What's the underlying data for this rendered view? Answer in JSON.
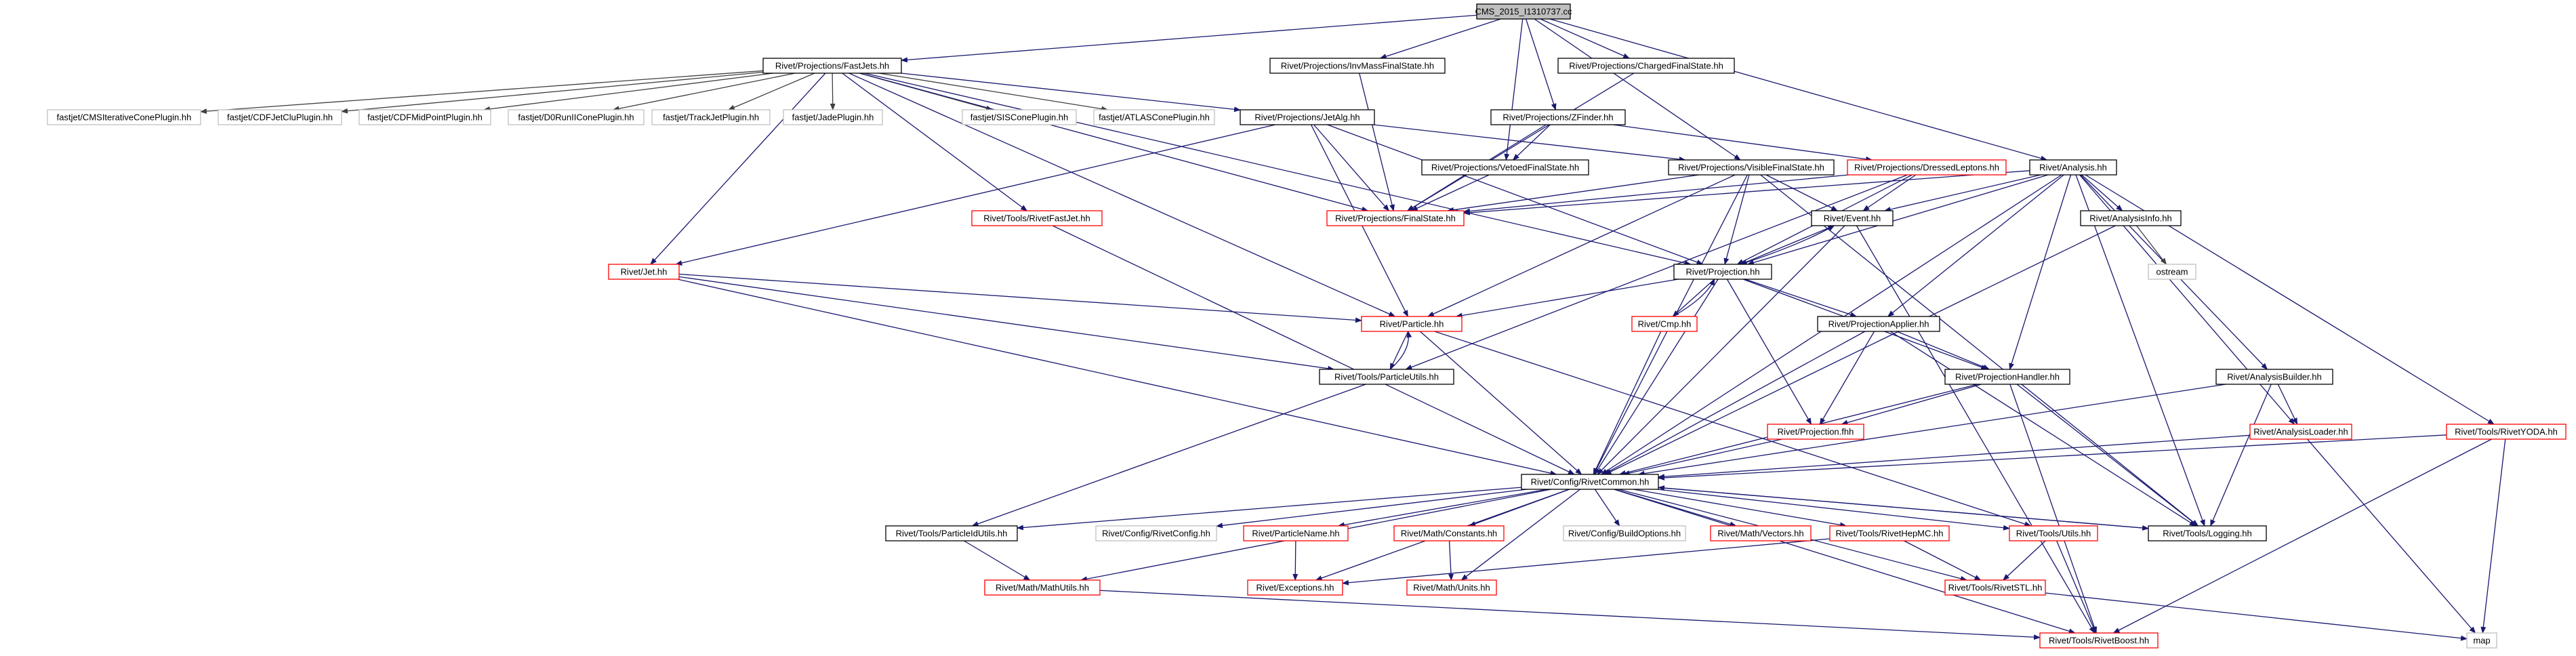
{
  "colors": {
    "root_fill": "#bfbfbf",
    "box_border_black": "#000000",
    "box_border_red": "#ff0000",
    "box_border_grey": "#bfbfbf",
    "edge_navy": "#191970",
    "edge_green": "#006400",
    "edge_grey": "#404040",
    "text": "#000000"
  },
  "nodes": {
    "root": {
      "label": "CMS_2015_I1310737.cc",
      "border": "black",
      "fill": "root"
    },
    "fastjets": {
      "label": "Rivet/Projections/FastJets.hh",
      "border": "black"
    },
    "invmass": {
      "label": "Rivet/Projections/InvMassFinalState.hh",
      "border": "black"
    },
    "chargedfs": {
      "label": "Rivet/Projections/ChargedFinalState.hh",
      "border": "black"
    },
    "analysis": {
      "label": "Rivet/Analysis.hh",
      "border": "black"
    },
    "fj_cms": {
      "label": "fastjet/CMSIterativeConePlugin.hh",
      "border": "grey"
    },
    "fj_cdfjetclu": {
      "label": "fastjet/CDFJetCluPlugin.hh",
      "border": "grey"
    },
    "fj_cdfmid": {
      "label": "fastjet/CDFMidPointPlugin.hh",
      "border": "grey"
    },
    "fj_d0": {
      "label": "fastjet/D0RunIIConePlugin.hh",
      "border": "grey"
    },
    "fj_track": {
      "label": "fastjet/TrackJetPlugin.hh",
      "border": "grey"
    },
    "fj_jade": {
      "label": "fastjet/JadePlugin.hh",
      "border": "grey"
    },
    "fj_siscone": {
      "label": "fastjet/SISConePlugin.hh",
      "border": "grey"
    },
    "fj_atlas": {
      "label": "fastjet/ATLASConePlugin.hh",
      "border": "grey"
    },
    "jetalg": {
      "label": "Rivet/Projections/JetAlg.hh",
      "border": "black"
    },
    "zfinder": {
      "label": "Rivet/Projections/ZFinder.hh",
      "border": "black"
    },
    "vetoedfs": {
      "label": "Rivet/Projections/VetoedFinalState.hh",
      "border": "black"
    },
    "visiblefs": {
      "label": "Rivet/Projections/VisibleFinalState.hh",
      "border": "black"
    },
    "dressed": {
      "label": "Rivet/Projections/DressedLeptons.hh",
      "border": "red"
    },
    "finalstate": {
      "label": "Rivet/Projections/FinalState.hh",
      "border": "red"
    },
    "rivetfastjet": {
      "label": "Rivet/Tools/RivetFastJet.hh",
      "border": "red"
    },
    "jet": {
      "label": "Rivet/Jet.hh",
      "border": "red"
    },
    "event": {
      "label": "Rivet/Event.hh",
      "border": "black"
    },
    "analysisinfo": {
      "label": "Rivet/AnalysisInfo.hh",
      "border": "black"
    },
    "ostream": {
      "label": "ostream",
      "border": "grey"
    },
    "projection": {
      "label": "Rivet/Projection.hh",
      "border": "black"
    },
    "particle": {
      "label": "Rivet/Particle.hh",
      "border": "red"
    },
    "cmp": {
      "label": "Rivet/Cmp.hh",
      "border": "red"
    },
    "projapplier": {
      "label": "Rivet/ProjectionApplier.hh",
      "border": "black"
    },
    "particleutils": {
      "label": "Rivet/Tools/ParticleUtils.hh",
      "border": "black"
    },
    "projhandler": {
      "label": "Rivet/ProjectionHandler.hh",
      "border": "black"
    },
    "analysisbuilder": {
      "label": "Rivet/AnalysisBuilder.hh",
      "border": "black"
    },
    "projfhh": {
      "label": "Rivet/Projection.fhh",
      "border": "red"
    },
    "analysisloader": {
      "label": "Rivet/AnalysisLoader.hh",
      "border": "red"
    },
    "rivetyoda": {
      "label": "Rivet/Tools/RivetYODA.hh",
      "border": "red"
    },
    "rivetcommon": {
      "label": "Rivet/Config/RivetCommon.hh",
      "border": "black"
    },
    "particleidutils": {
      "label": "Rivet/Tools/ParticleIdUtils.hh",
      "border": "black"
    },
    "rivetconfig": {
      "label": "Rivet/Config/RivetConfig.hh",
      "border": "grey"
    },
    "particlename": {
      "label": "Rivet/ParticleName.hh",
      "border": "red"
    },
    "constants": {
      "label": "Rivet/Math/Constants.hh",
      "border": "red"
    },
    "buildoptions": {
      "label": "Rivet/Config/BuildOptions.hh",
      "border": "grey"
    },
    "vectors": {
      "label": "Rivet/Math/Vectors.hh",
      "border": "red"
    },
    "rivethepmc": {
      "label": "Rivet/Tools/RivetHepMC.hh",
      "border": "red"
    },
    "utils": {
      "label": "Rivet/Tools/Utils.hh",
      "border": "red"
    },
    "logging": {
      "label": "Rivet/Tools/Logging.hh",
      "border": "black"
    },
    "mathutils": {
      "label": "Rivet/Math/MathUtils.hh",
      "border": "red"
    },
    "exceptions": {
      "label": "Rivet/Exceptions.hh",
      "border": "red"
    },
    "units": {
      "label": "Rivet/Math/Units.hh",
      "border": "red"
    },
    "rivetstl": {
      "label": "Rivet/Tools/RivetSTL.hh",
      "border": "red"
    },
    "rivetboost": {
      "label": "Rivet/Tools/RivetBoost.hh",
      "border": "red"
    },
    "map": {
      "label": "map",
      "border": "grey"
    }
  },
  "edges": [
    [
      "root",
      "fastjets",
      "navy"
    ],
    [
      "root",
      "invmass",
      "navy"
    ],
    [
      "root",
      "chargedfs",
      "navy"
    ],
    [
      "root",
      "zfinder",
      "navy"
    ],
    [
      "root",
      "vetoedfs",
      "navy"
    ],
    [
      "root",
      "visiblefs",
      "navy"
    ],
    [
      "root",
      "analysis",
      "navy"
    ],
    [
      "fastjets",
      "fj_cms",
      "grey"
    ],
    [
      "fastjets",
      "fj_cdfjetclu",
      "grey"
    ],
    [
      "fastjets",
      "fj_cdfmid",
      "grey"
    ],
    [
      "fastjets",
      "fj_d0",
      "grey"
    ],
    [
      "fastjets",
      "fj_track",
      "grey"
    ],
    [
      "fastjets",
      "fj_jade",
      "grey"
    ],
    [
      "fastjets",
      "fj_siscone",
      "grey"
    ],
    [
      "fastjets",
      "fj_atlas",
      "grey"
    ],
    [
      "fastjets",
      "jetalg",
      "navy"
    ],
    [
      "fastjets",
      "rivetfastjet",
      "navy"
    ],
    [
      "fastjets",
      "jet",
      "navy"
    ],
    [
      "fastjets",
      "particle",
      "navy"
    ],
    [
      "fastjets",
      "finalstate",
      "navy"
    ],
    [
      "fastjets",
      "projection",
      "navy"
    ],
    [
      "invmass",
      "finalstate",
      "navy"
    ],
    [
      "chargedfs",
      "finalstate",
      "navy"
    ],
    [
      "zfinder",
      "vetoedfs",
      "navy"
    ],
    [
      "zfinder",
      "finalstate",
      "navy"
    ],
    [
      "zfinder",
      "dressed",
      "navy"
    ],
    [
      "jetalg",
      "jet",
      "navy"
    ],
    [
      "jetalg",
      "particle",
      "navy"
    ],
    [
      "jetalg",
      "finalstate",
      "navy"
    ],
    [
      "jetalg",
      "projection",
      "navy"
    ],
    [
      "jetalg",
      "visiblefs",
      "navy"
    ],
    [
      "vetoedfs",
      "finalstate",
      "navy"
    ],
    [
      "visiblefs",
      "finalstate",
      "navy"
    ],
    [
      "visiblefs",
      "projection",
      "navy"
    ],
    [
      "visiblefs",
      "particle",
      "navy"
    ],
    [
      "visiblefs",
      "logging",
      "navy"
    ],
    [
      "visiblefs",
      "rivetcommon",
      "navy"
    ],
    [
      "visiblefs",
      "event",
      "navy"
    ],
    [
      "dressed",
      "finalstate",
      "navy"
    ],
    [
      "dressed",
      "event",
      "navy"
    ],
    [
      "dressed",
      "projection",
      "navy"
    ],
    [
      "dressed",
      "particleutils",
      "navy"
    ],
    [
      "analysis",
      "finalstate",
      "navy"
    ],
    [
      "analysis",
      "event",
      "navy"
    ],
    [
      "analysis",
      "analysisinfo",
      "navy"
    ],
    [
      "analysis",
      "projection",
      "navy"
    ],
    [
      "analysis",
      "projapplier",
      "navy"
    ],
    [
      "analysis",
      "projhandler",
      "navy"
    ],
    [
      "analysis",
      "analysisbuilder",
      "navy"
    ],
    [
      "analysis",
      "analysisloader",
      "navy"
    ],
    [
      "analysis",
      "rivetyoda",
      "navy"
    ],
    [
      "analysis",
      "logging",
      "navy"
    ],
    [
      "analysis",
      "rivetcommon",
      "navy"
    ],
    [
      "rivetfastjet",
      "rivetcommon",
      "navy"
    ],
    [
      "jet",
      "particle",
      "navy"
    ],
    [
      "jet",
      "particleutils",
      "navy"
    ],
    [
      "jet",
      "rivetcommon",
      "navy"
    ],
    [
      "event",
      "projection",
      "navy"
    ],
    [
      "event",
      "rivetcommon",
      "navy"
    ],
    [
      "event",
      "rivetboost",
      "navy"
    ],
    [
      "analysisinfo",
      "ostream",
      "grey"
    ],
    [
      "analysisinfo",
      "rivetcommon",
      "navy"
    ],
    [
      "projection",
      "event",
      "navy"
    ],
    [
      "projection",
      "particle",
      "navy"
    ],
    [
      "projection",
      "cmp",
      "navy"
    ],
    [
      "projection",
      "projapplier",
      "navy"
    ],
    [
      "projection",
      "projhandler",
      "navy"
    ],
    [
      "projection",
      "projfhh",
      "navy"
    ],
    [
      "projection",
      "rivetcommon",
      "navy"
    ],
    [
      "cmp",
      "projection",
      "navy"
    ],
    [
      "cmp",
      "rivetcommon",
      "navy"
    ],
    [
      "particle",
      "particleutils",
      "navy"
    ],
    [
      "particle",
      "rivetcommon",
      "navy"
    ],
    [
      "particle",
      "utils",
      "navy"
    ],
    [
      "particleutils",
      "particle",
      "navy"
    ],
    [
      "particleutils",
      "particleidutils",
      "navy"
    ],
    [
      "projapplier",
      "projfhh",
      "navy"
    ],
    [
      "projapplier",
      "projhandler",
      "navy"
    ],
    [
      "projapplier",
      "rivetcommon",
      "navy"
    ],
    [
      "projapplier",
      "logging",
      "navy"
    ],
    [
      "projhandler",
      "projfhh",
      "navy"
    ],
    [
      "projhandler",
      "rivetcommon",
      "navy"
    ],
    [
      "projhandler",
      "logging",
      "navy"
    ],
    [
      "projhandler",
      "rivetboost",
      "navy"
    ],
    [
      "analysisbuilder",
      "analysisloader",
      "navy"
    ],
    [
      "analysisbuilder",
      "rivetcommon",
      "navy"
    ],
    [
      "analysisbuilder",
      "logging",
      "navy"
    ],
    [
      "analysisloader",
      "rivetcommon",
      "navy"
    ],
    [
      "analysisloader",
      "map",
      "navy"
    ],
    [
      "rivetyoda",
      "rivetcommon",
      "navy"
    ],
    [
      "rivetyoda",
      "rivetboost",
      "navy"
    ],
    [
      "rivetyoda",
      "map",
      "navy"
    ],
    [
      "projfhh",
      "rivetcommon",
      "navy"
    ],
    [
      "rivetcommon",
      "particleidutils",
      "navy"
    ],
    [
      "rivetcommon",
      "rivetconfig",
      "navy"
    ],
    [
      "rivetcommon",
      "particlename",
      "navy"
    ],
    [
      "rivetcommon",
      "constants",
      "navy"
    ],
    [
      "rivetcommon",
      "buildoptions",
      "navy"
    ],
    [
      "rivetcommon",
      "vectors",
      "navy"
    ],
    [
      "rivetcommon",
      "rivethepmc",
      "navy"
    ],
    [
      "rivetcommon",
      "utils",
      "navy"
    ],
    [
      "rivetcommon",
      "logging",
      "navy"
    ],
    [
      "rivetcommon",
      "mathutils",
      "navy"
    ],
    [
      "rivetcommon",
      "exceptions",
      "navy"
    ],
    [
      "rivetcommon",
      "units",
      "navy"
    ],
    [
      "rivetcommon",
      "rivetstl",
      "navy"
    ],
    [
      "rivetcommon",
      "rivetboost",
      "navy"
    ],
    [
      "particleidutils",
      "mathutils",
      "navy"
    ],
    [
      "particlename",
      "exceptions",
      "navy"
    ],
    [
      "constants",
      "units",
      "navy"
    ],
    [
      "rivethepmc",
      "exceptions",
      "navy"
    ],
    [
      "rivethepmc",
      "rivetstl",
      "navy"
    ],
    [
      "utils",
      "rivetstl",
      "navy"
    ],
    [
      "utils",
      "rivetboost",
      "navy"
    ],
    [
      "logging",
      "rivetcommon",
      "navy"
    ],
    [
      "mathutils",
      "rivetboost",
      "navy"
    ],
    [
      "rivetstl",
      "map",
      "navy"
    ]
  ]
}
